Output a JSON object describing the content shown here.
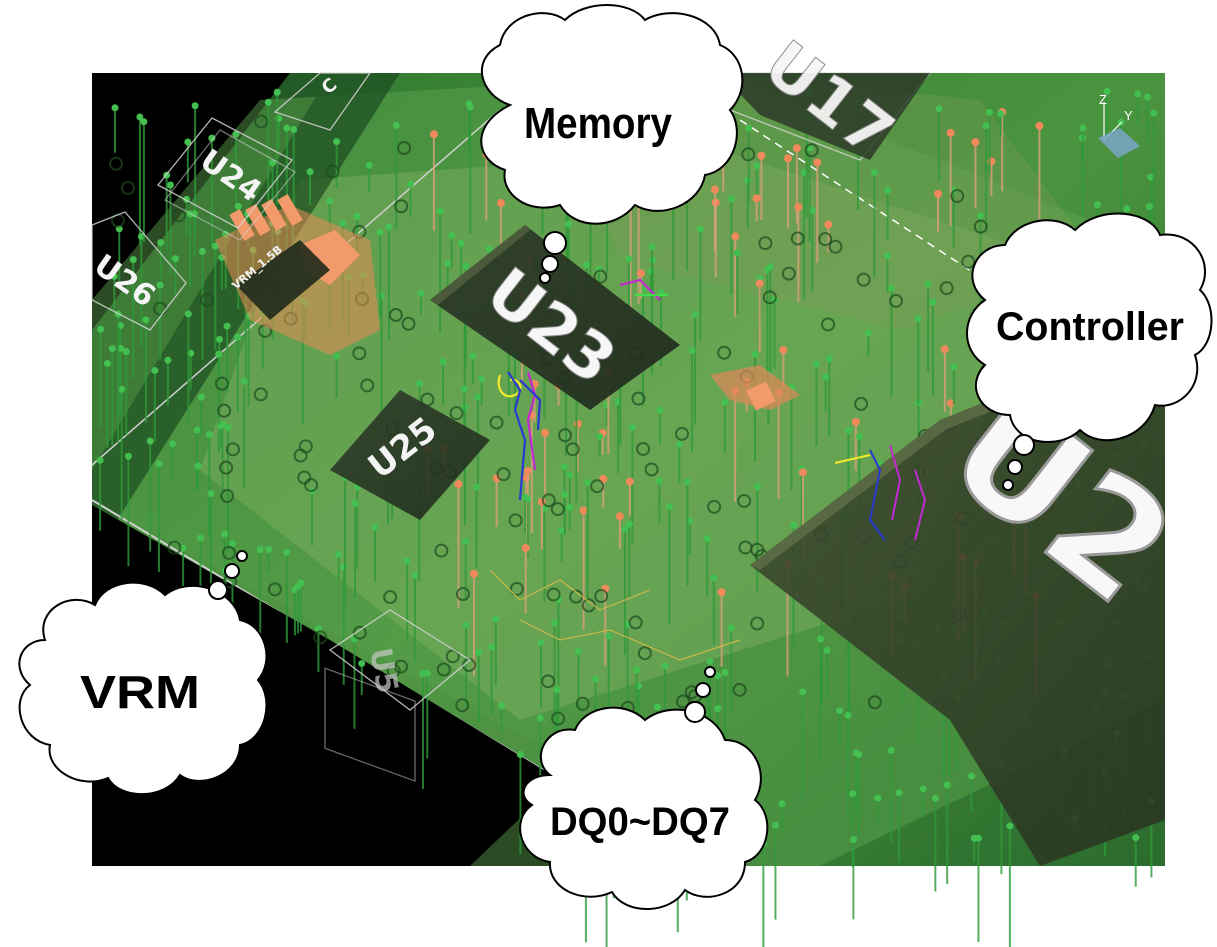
{
  "colors": {
    "background": "#000000",
    "board_dark": "#1f5a22",
    "board_mid": "#3f8a3a",
    "board_light": "#6fb25e",
    "pad_orange": "#f08a5a",
    "via_green": "#3fb44a",
    "trace_yellow": "#f2ea2a",
    "trace_magenta": "#c02ad0",
    "trace_blue": "#2a3ad0",
    "silk_white": "#f4f4f4"
  },
  "components": {
    "u24": "U24",
    "u26": "U26",
    "u23": "U23",
    "u25": "U25",
    "u17": "U17",
    "u_big": "U2",
    "u_left": "U5",
    "vrm_part": "VRM_1.5B",
    "c_part": "C"
  },
  "axis": {
    "z": "Z",
    "y": "Y"
  },
  "callouts": {
    "memory": "Memory",
    "controller": "Controller",
    "vrm": "VRM",
    "dq": "DQ0~DQ7"
  }
}
